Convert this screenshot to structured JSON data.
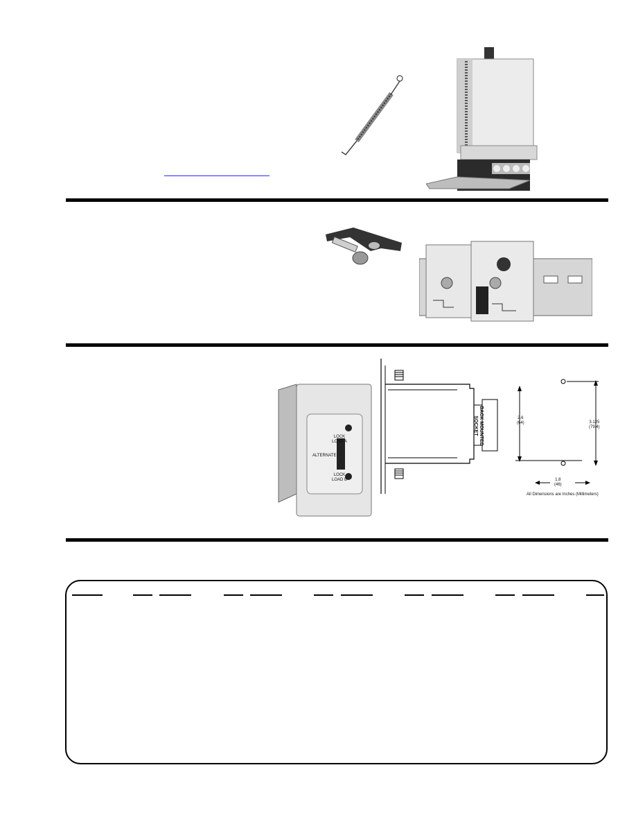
{
  "wiring_diagram": {
    "dim_height": "2.6",
    "dim_height_mm": "(64)",
    "dim_height2": "3.125",
    "dim_height2_mm": "(79.4)",
    "dim_width": "1.8",
    "dim_width_mm": "(46)",
    "socket_label_1": "BACK MOUNTED",
    "socket_label_2": "SOCKET",
    "note": "All Dimensions are Inches (Millimeters)"
  },
  "switch_plate": {
    "label_lock_a_1": "LOCK",
    "label_lock_a_2": "LOAD A",
    "label_alternate": "ALTERNATE",
    "label_lock_b_1": "LOCK",
    "label_lock_b_2": "LOAD B"
  },
  "colors": {
    "rule": "#000000",
    "link": "#2a2aff"
  }
}
